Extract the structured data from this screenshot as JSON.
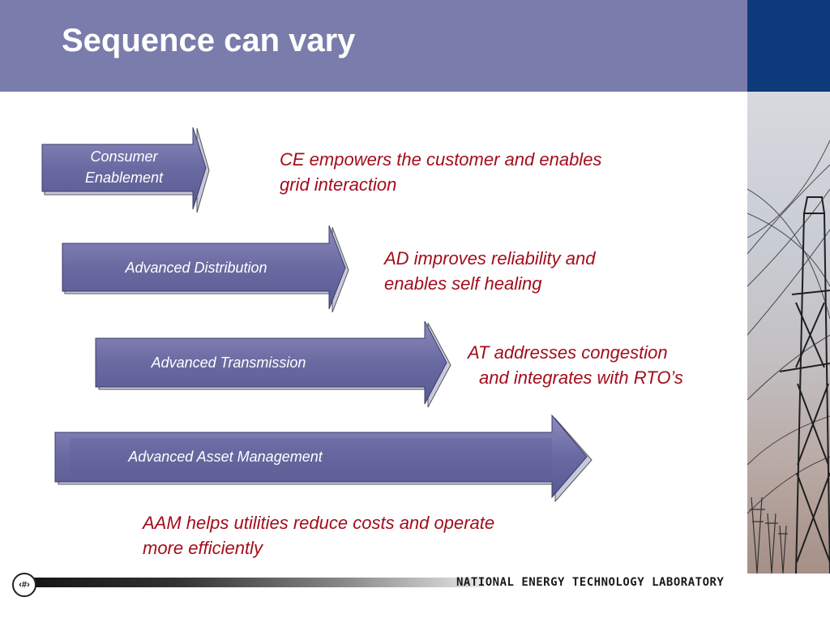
{
  "slide": {
    "title": "Sequence can vary",
    "page_number": "‹#›"
  },
  "arrows": [
    {
      "label": "Consumer Enablement",
      "line1": "Consumer",
      "line2": "Enablement"
    },
    {
      "label": "Advanced Distribution"
    },
    {
      "label": "Advanced Transmission"
    },
    {
      "label": "Advanced Asset Management"
    }
  ],
  "descriptions": [
    {
      "line1": "CE empowers the customer and enables",
      "line2": "grid interaction"
    },
    {
      "line1": "AD improves reliability and",
      "line2": "enables self healing"
    },
    {
      "line1": "AT addresses congestion",
      "line2": "and integrates with RTO’s"
    },
    {
      "line1": "AAM helps utilities reduce costs and operate",
      "line2": "more efficiently"
    }
  ],
  "footer": {
    "organization": "NATIONAL ENERGY TECHNOLOGY LABORATORY"
  },
  "colors": {
    "header": "#7a7cab",
    "corner": "#0f3a7c",
    "arrow_fill": "#6f6fa6",
    "arrow_shadow": "#9b9bc4",
    "description_text": "#a30d1c"
  }
}
